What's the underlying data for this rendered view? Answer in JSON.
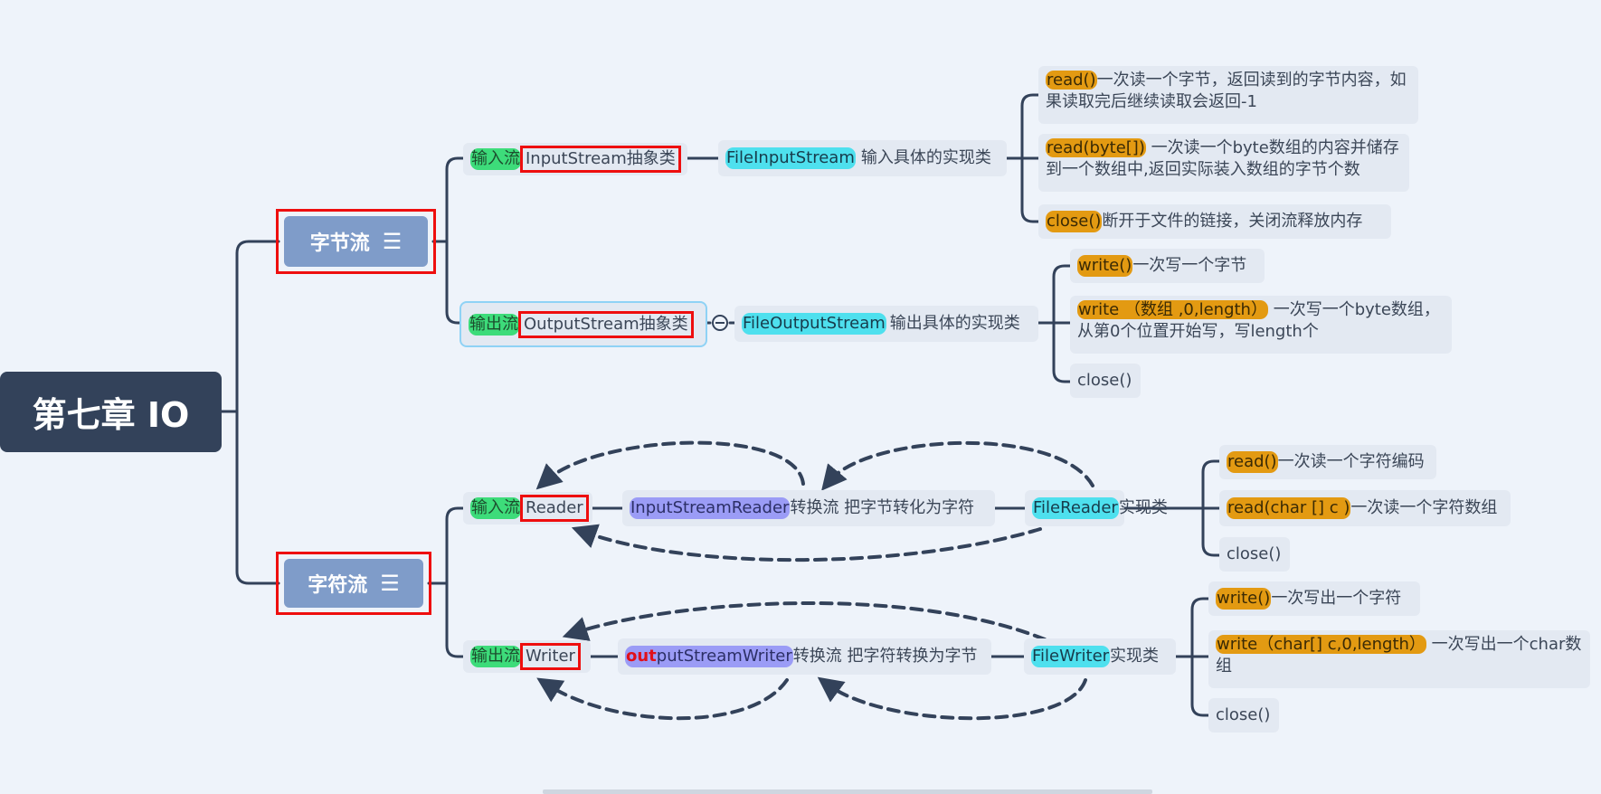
{
  "root": {
    "label": "第七章 IO"
  },
  "byte_stream": {
    "label": "字节流",
    "menu_icon": "menu-lines-icon",
    "input": {
      "tag": "输入流",
      "class": "InputStream抽象类",
      "impl_name": "FileInputStream",
      "impl_desc": "输入具体的实现类",
      "methods": [
        {
          "name": "read()",
          "desc": "一次读一个字节，返回读到的字节内容，如果读取完后继续读取会返回-1"
        },
        {
          "name": "read(byte[])",
          "desc": " 一次读一个byte数组的内容并储存到一个数组中,返回实际装入数组的字节个数"
        },
        {
          "name": "close()",
          "desc": "断开于文件的链接，关闭流释放内存"
        }
      ]
    },
    "output": {
      "tag": "输出流",
      "class": "OutputStream抽象类",
      "impl_name": "FileOutputStream",
      "impl_desc": " 输出具体的实现类",
      "methods": [
        {
          "name": "write()",
          "desc": " 一次写一个字节"
        },
        {
          "name": "write （数组 ,0,length）",
          "desc": " 一次写一个byte数组，从第0个位置开始写，写length个"
        },
        {
          "name": "",
          "desc": "close()"
        }
      ]
    }
  },
  "char_stream": {
    "label": "字符流",
    "menu_icon": "menu-lines-icon",
    "input": {
      "tag": "输入流",
      "class": "Reader",
      "bridge_name": "InputStreamReader",
      "bridge_desc": " 转换流 把字节转化为字符",
      "impl_name": "FileReader",
      "impl_desc": " 实现类",
      "methods": [
        {
          "name": "read()",
          "desc": "一次读一个字符编码"
        },
        {
          "name": "read(char [] c )",
          "desc": "一次读一个字符数组"
        },
        {
          "name": "",
          "desc": "close()"
        }
      ]
    },
    "output": {
      "tag": "输出流",
      "class": "Writer",
      "bridge_prefix": "out",
      "bridge_rest": "putStreamWriter",
      "bridge_desc": " 转换流 把字符转换为字节",
      "impl_name": "FileWriter",
      "impl_desc": " 实现类",
      "methods": [
        {
          "name": "write()",
          "desc": "一次写出一个字符"
        },
        {
          "name": "write（char[] c,0,length）",
          "desc": " 一次写出一个char数组"
        },
        {
          "name": "",
          "desc": "close()"
        }
      ]
    }
  },
  "colors": {
    "root_bg": "#33425a",
    "category_bg": "#7f9cc9",
    "node_bg": "#e3e9f2",
    "line": "#33425a",
    "tag_green": "#3ddc7a",
    "impl_cyan": "#4ee0ee",
    "bridge_purple": "#9b9cf6",
    "method_orange": "#e39a12",
    "focus_red": "#ee0e0e"
  }
}
